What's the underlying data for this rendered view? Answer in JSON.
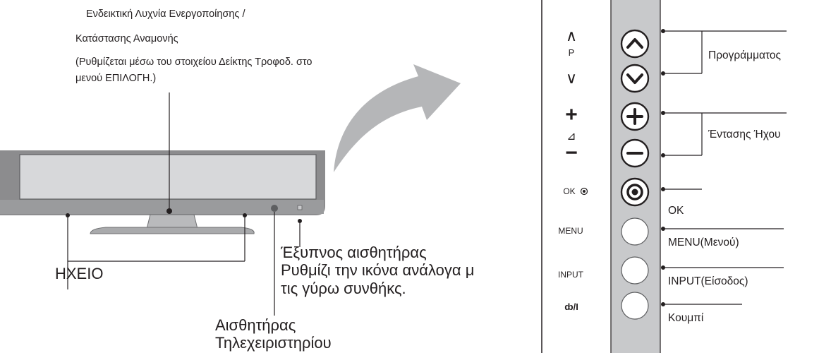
{
  "callouts": {
    "power_led_line1": "Ενδεικτική Λυχνία Ενεργοποίησης /",
    "power_led_line2": "Κατάστασης Αναμονής",
    "power_led_note_line1": "(Ρυθμίζεται μέσω του στοιχείου Δείκτης Τροφοδ. στο",
    "power_led_note_line2": "μενού ΕΠΙΛΟΓΗ.)",
    "speaker": "ΗΧΕΙΟ",
    "smart_sensor_line1": "Έξυπνος αισθητήρας",
    "smart_sensor_line2": "Ρυθμίζι την ικόνα ανάλογα μ",
    "smart_sensor_line3": "τις γύρω συνθήκς.",
    "remote_sensor_line1": "Αισθητήρας",
    "remote_sensor_line2": "Τηλεχειριστηρίου"
  },
  "panel": {
    "labels": {
      "up_symbol": "∧",
      "p": "P",
      "down_symbol": "∨",
      "plus": "+",
      "volume_symbol": "⊿",
      "minus": "−",
      "ok": "OK",
      "menu": "MENU",
      "input": "INPUT",
      "power": "ȸ/I"
    },
    "functions": {
      "programme": "Προγράμματος",
      "volume": "Έντασης Ήχου",
      "ok": "OK",
      "menu": "MENU(Μενού)",
      "input": "INPUT(Είσοδος)",
      "power": "Κουμπί"
    }
  },
  "colors": {
    "tv_frame": "#8c8c8e",
    "tv_screen": "#d7d8da",
    "panel_strip": "#c8c9cb",
    "arrow": "#b5b6b8",
    "line": "#231f20"
  }
}
